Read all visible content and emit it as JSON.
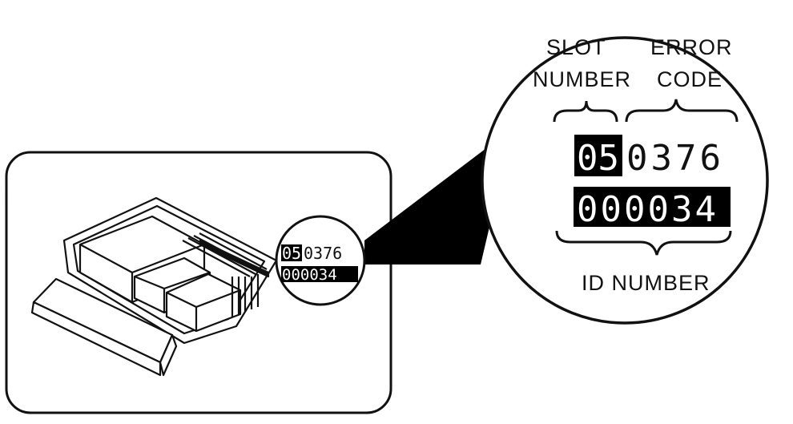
{
  "labels": {
    "slot_line1": "SLOT",
    "slot_line2": "NUMBER",
    "error_line1": "ERROR",
    "error_line2": "CODE",
    "id": "ID NUMBER"
  },
  "display": {
    "slot_number": "05",
    "error_code": "0376",
    "id_number": "000034"
  }
}
